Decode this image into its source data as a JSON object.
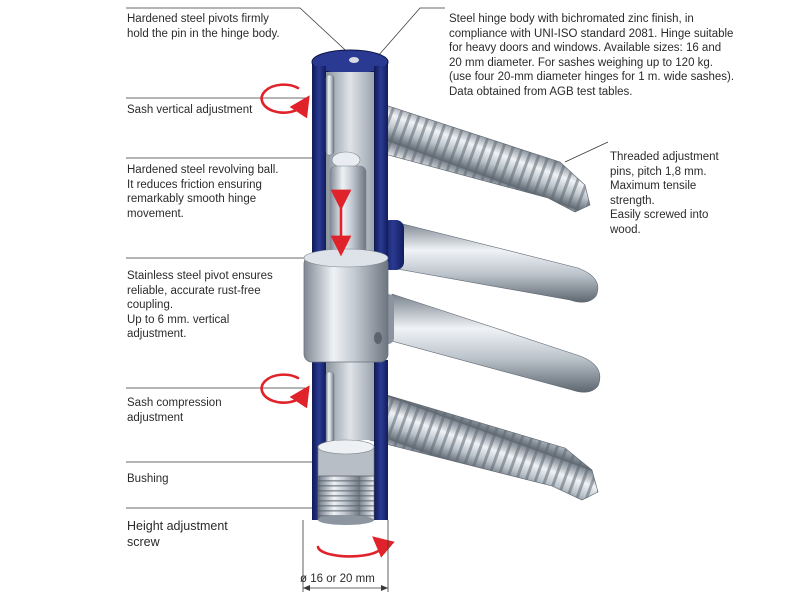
{
  "labels": {
    "pivots": [
      "Hardened steel pivots firmly",
      "hold the pin in the hinge body."
    ],
    "body": [
      "Steel hinge body with bichromated zinc finish, in",
      "compliance with UNI-ISO standard 2081. Hinge suitable",
      "for heavy doors and windows. Available sizes: 16 and",
      "20 mm diameter. For sashes weighing up to 120 kg.",
      "(use four 20-mm diameter hinges for 1 m. wide sashes).",
      "Data obtained from AGB test tables."
    ],
    "sash_vertical": [
      "Sash vertical adjustment"
    ],
    "ball": [
      "Hardened steel revolving ball.",
      "It reduces friction ensuring",
      "remarkably smooth hinge",
      "movement."
    ],
    "threaded": [
      "Threaded adjustment",
      "pins, pitch 1,8 mm.",
      "Maximum tensile",
      "strength.",
      "Easily screwed into",
      "wood."
    ],
    "stainless": [
      "Stainless steel pivot ensures",
      "reliable, accurate rust-free",
      "coupling.",
      "Up to 6 mm. vertical",
      "adjustment."
    ],
    "compression": [
      "Sash compression",
      "adjustment"
    ],
    "bushing": [
      "Bushing"
    ],
    "height": [
      "Height adjustment",
      "screw"
    ],
    "diameter": "ø 16 or 20 mm"
  },
  "colors": {
    "hinge_body_section": "#1c2a78",
    "steel": "#b9c2cc",
    "arrow": "#e0222a",
    "leader_line": "#3a3a3a"
  },
  "icons": [
    "rotation-arrow-icon",
    "vertical-arrow-icon"
  ]
}
